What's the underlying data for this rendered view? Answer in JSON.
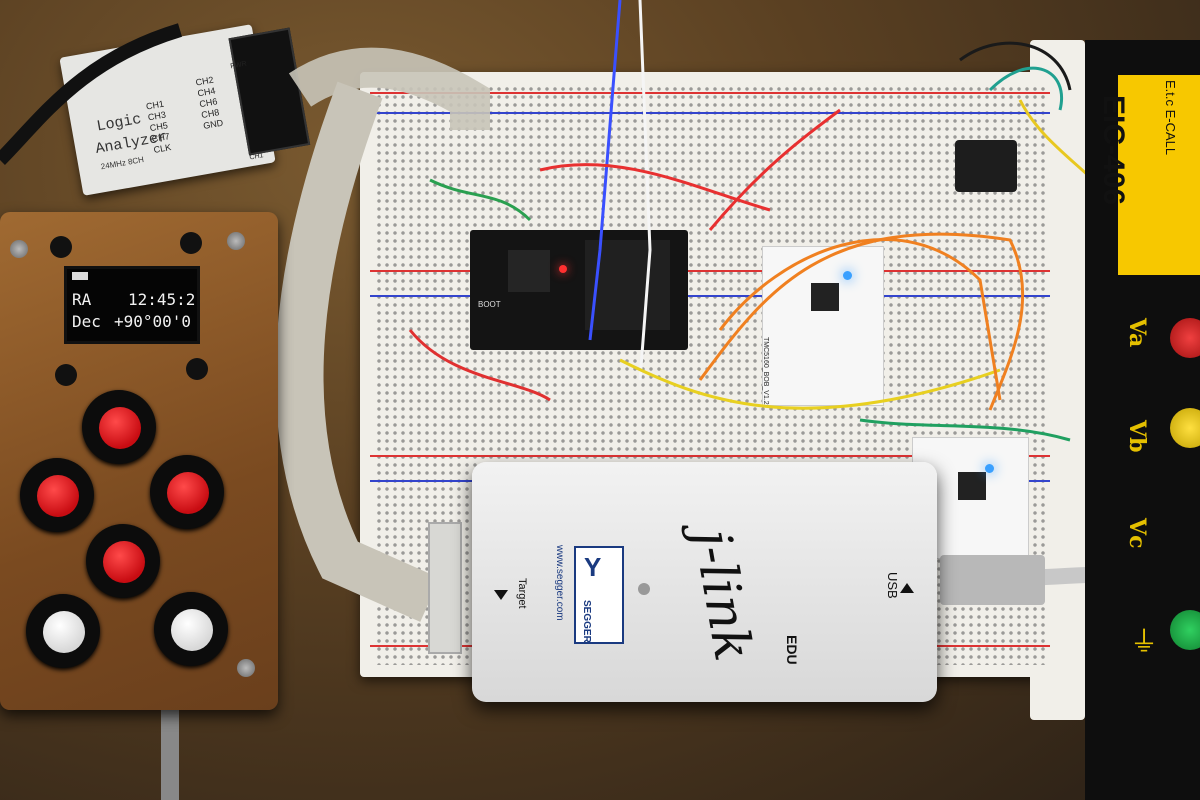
{
  "scene": {
    "description_visible_text": true
  },
  "logic_analyzer": {
    "line1": "Logic",
    "line2": "Analyzer",
    "line3": "24MHz 8CH",
    "pins_left": [
      "CH1",
      "CH3",
      "CH5",
      "CH7",
      "CLK"
    ],
    "pins_right": [
      "CH2",
      "CH4",
      "CH6",
      "CH8",
      "GND"
    ],
    "pwr": "PWR",
    "ch1_small": "CH1"
  },
  "controller": {
    "ra_label": "RA",
    "ra_value": "12:45:2",
    "dec_label": "Dec",
    "dec_value": "+90°00'0"
  },
  "esp32": {
    "boot_label": "BOOT"
  },
  "driver": {
    "label": "TMC5160_BOB_V1.2"
  },
  "jlink": {
    "brand": "j-link",
    "edu": "EDU",
    "usb": "USB",
    "target": "Target",
    "segger": "SEGGER",
    "url": "www.segger.com"
  },
  "psu": {
    "model": "EIC-406",
    "brand": "E.t.c E-CALL",
    "va": "Va",
    "vb": "Vb",
    "vc": "Vc"
  },
  "colors": {
    "button_red": "#d0141a",
    "button_white": "#f2f2f2",
    "psu_yellow": "#f7c800",
    "led_blue": "#3aa0ff",
    "led_red": "#ff3030"
  }
}
